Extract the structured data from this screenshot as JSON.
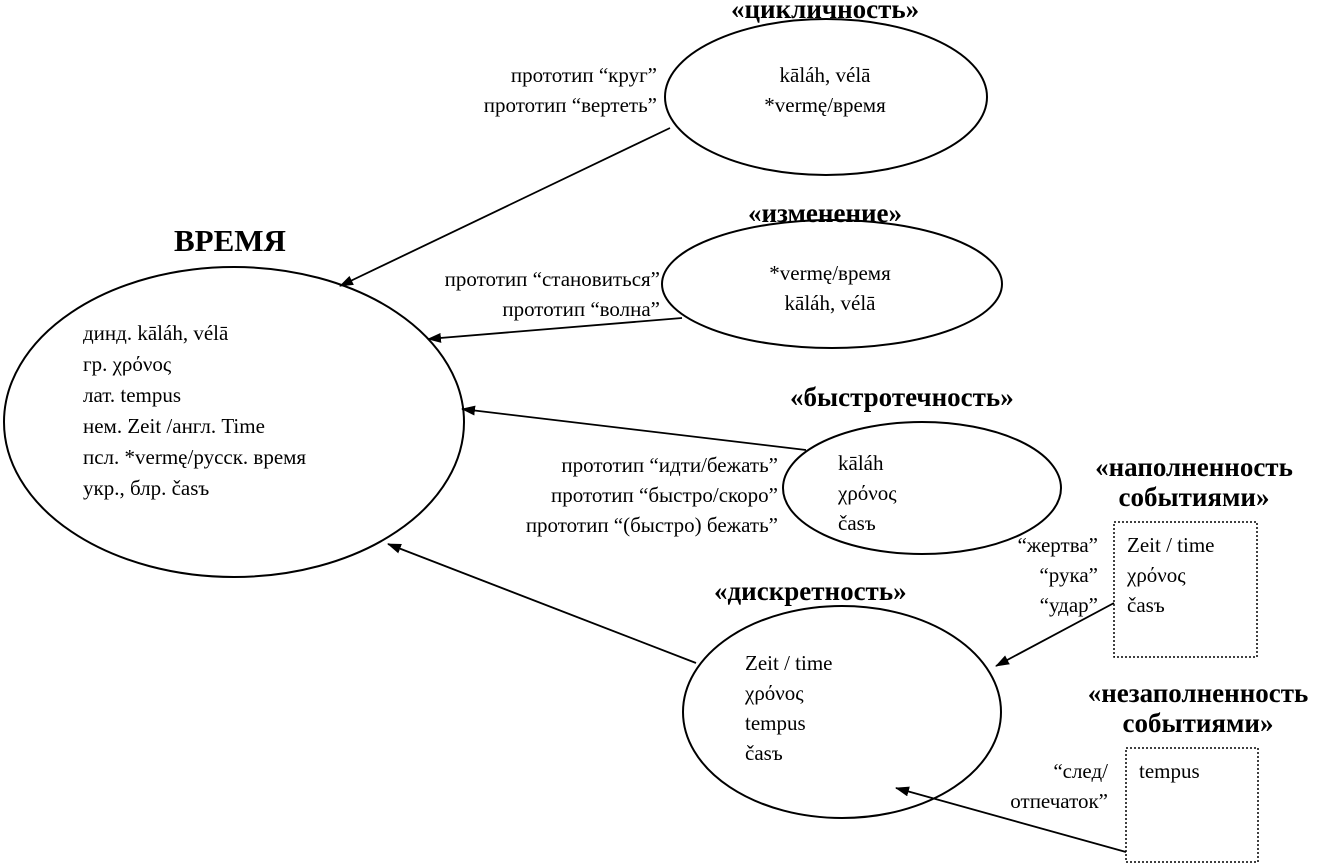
{
  "center": {
    "title": "ВРЕМЯ",
    "lines": [
      "динд. kāláh, vélā",
      "гр. χρόνος",
      "лат. tempus",
      "нем. Zeit /англ. Time",
      "псл. *vermę/русск. время",
      "укр., блр. časъ"
    ]
  },
  "cyclicity": {
    "title": "«цикличность»",
    "lines": [
      "kāláh, vélā",
      "*vermę/время"
    ],
    "labels": [
      "прототип “круг”",
      "прототип “вертеть”"
    ]
  },
  "change": {
    "title": "«изменение»",
    "lines": [
      "*vermę/время",
      "kāláh, vélā"
    ],
    "labels": [
      "прототип “становиться”",
      "прототип “волна”"
    ]
  },
  "speed": {
    "title": "«быстротечность»",
    "lines": [
      "kāláh",
      "χρόνος",
      "časъ"
    ],
    "labels": [
      "прототип “идти/бежать”",
      "прототип “быстро/скоро”",
      "прототип “(быстро) бежать”"
    ]
  },
  "discrete": {
    "title": "«дискретность»",
    "lines": [
      "Zeit / time",
      "χρόνος",
      "tempus",
      "časъ"
    ]
  },
  "filled": {
    "title_lines": [
      "«наполненность",
      "событиями»"
    ],
    "lines": [
      "Zeit / time",
      "χρόνος",
      "časъ"
    ],
    "labels": [
      "“жертва”",
      "“рука”",
      "“удар”"
    ]
  },
  "unfilled": {
    "title_lines": [
      "«незаполненность",
      "событиями»"
    ],
    "lines": [
      "tempus"
    ],
    "labels": [
      "“след/",
      "отпечаток”"
    ]
  }
}
